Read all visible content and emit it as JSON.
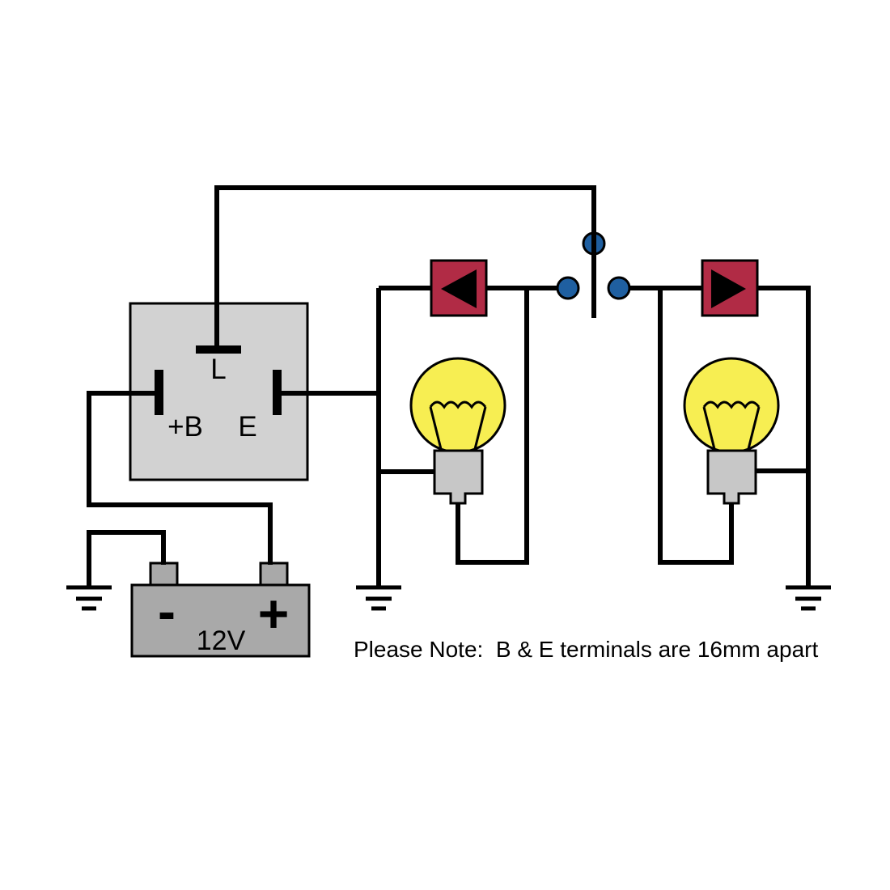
{
  "diagram": {
    "kind": "wiring-diagram",
    "subject": "12V flasher relay with two indicator lamps"
  },
  "colors": {
    "background": "#ffffff",
    "wire": "#000000",
    "relay_fill": "#d2d2d2",
    "battery_fill": "#a9a9a9",
    "bulb_glass": "#f7ee52",
    "bulb_base": "#c7c7c7",
    "indicator_red": "#b12b45",
    "connector_blue": "#1f5fa0"
  },
  "relay": {
    "label_l": "L",
    "label_b": "+B",
    "label_e": "E"
  },
  "battery": {
    "voltage": "12V",
    "negative_sign": "-",
    "positive_sign": "+"
  },
  "note_text": "Please Note:  B & E terminals are 16mm apart"
}
